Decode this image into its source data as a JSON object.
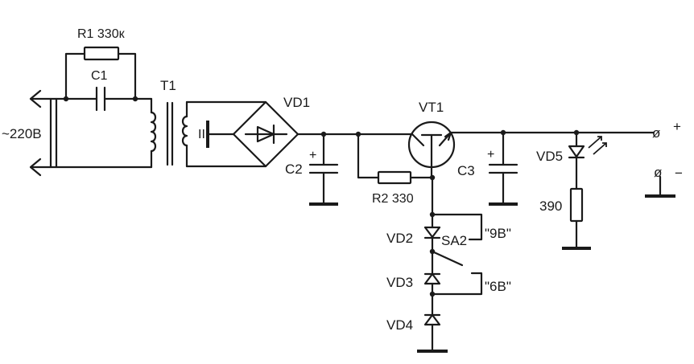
{
  "labels": {
    "mains": "~220В",
    "r1": "R1 330к",
    "c1": "C1",
    "t1": "T1",
    "vd1": "VD1",
    "vt1": "VT1",
    "c2": "C2",
    "c3": "C3",
    "r2": "R2 330",
    "vd2": "VD2",
    "vd3": "VD3",
    "vd4": "VD4",
    "vd5": "VD5",
    "sa2": "SA2",
    "pos_9v": "\"9В\"",
    "pos_6v": "\"6В\"",
    "r3": "390",
    "plus": "+",
    "minus": "−",
    "cap_plus": "+",
    "winding_mark": "II",
    "terminal_mark": "ø"
  }
}
